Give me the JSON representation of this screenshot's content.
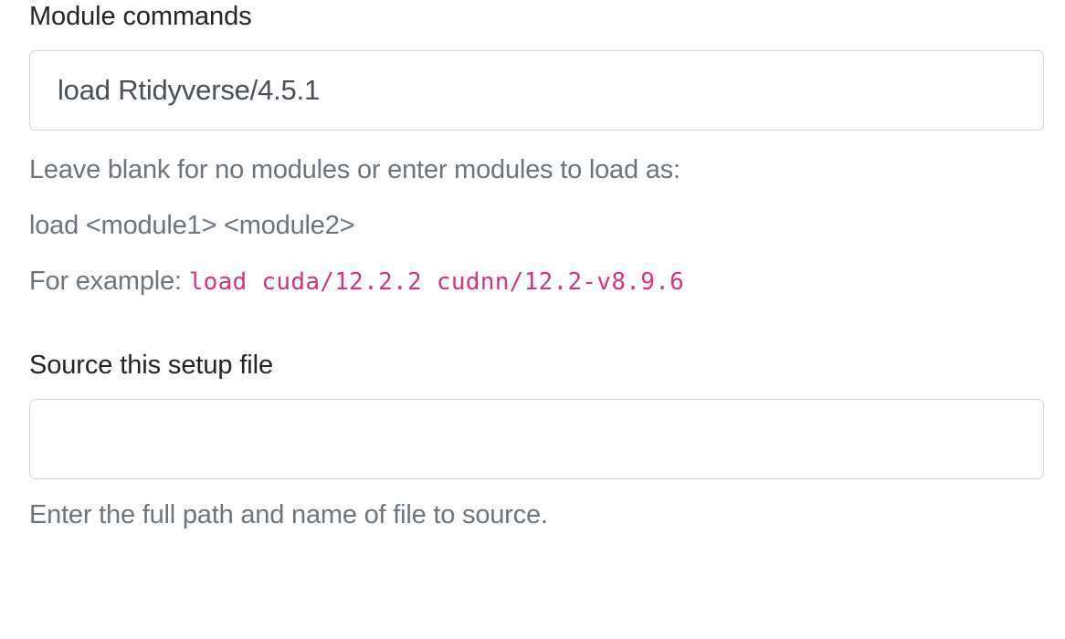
{
  "theme": {
    "background": "#ffffff",
    "heading_color": "#212529",
    "muted_text_color": "#6c757d",
    "input_text_color": "#495057",
    "input_border_color": "#ced4da",
    "code_color": "#d63384"
  },
  "form": {
    "groups": [
      {
        "id": "module-commands",
        "label": "Module commands",
        "input": {
          "name": "module-commands-input",
          "value": "load Rtidyverse/4.5.1",
          "placeholder": ""
        },
        "help": {
          "line1": "Leave blank for no modules or enter modules to load as:",
          "line2": "load <module1> <module2>",
          "line3_prefix": "For example: ",
          "line3_code": "load cuda/12.2.2 cudnn/12.2-v8.9.6"
        }
      },
      {
        "id": "source-setup-file",
        "label": "Source this setup file",
        "input": {
          "name": "source-setup-file-input",
          "value": "",
          "placeholder": ""
        },
        "help": {
          "line1": "Enter the full path and name of file to source."
        }
      }
    ]
  }
}
